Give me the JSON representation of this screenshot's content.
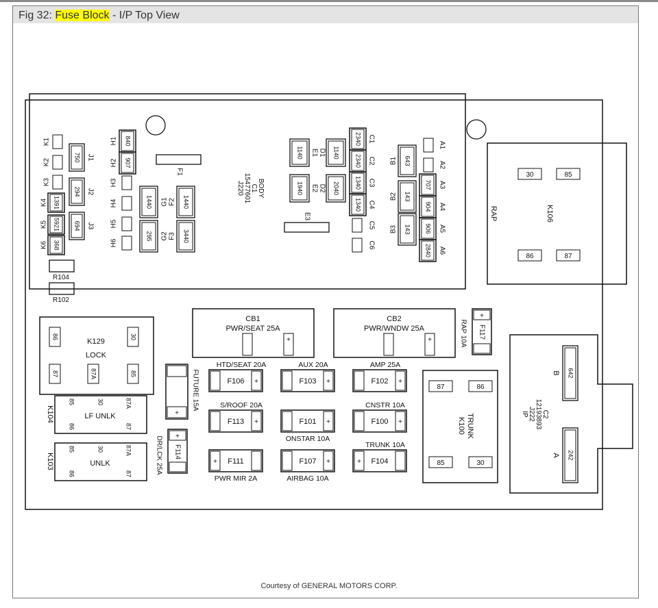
{
  "header": {
    "fig_prefix": "Fig 32:",
    "highlight": "Fuse Block",
    "suffix": "- I/P Top View",
    "highlight_color": "#ffff00"
  },
  "credit": "Courtesy of GENERAL MOTORS CORP.",
  "diagram": {
    "body_connector": [
      "BODY",
      "C1",
      "15477601",
      "J220"
    ],
    "ip_connector": [
      "C2",
      "12193893",
      "J222",
      "IP"
    ],
    "k_slots": [
      "K1",
      "K2",
      "K3",
      "K4",
      "K5",
      "K6"
    ],
    "k_values": [
      "1391",
      "5921",
      "368"
    ],
    "j_slots": [
      "J1",
      "J2",
      "J3"
    ],
    "j_values": [
      "750",
      "294",
      "694"
    ],
    "h_slots": [
      "H1",
      "H2",
      "H3",
      "H4",
      "H5",
      "H6"
    ],
    "h_values": [
      "840",
      "907"
    ],
    "g_slots": [
      "G1",
      "G2"
    ],
    "g_values": [
      "1440",
      "295"
    ],
    "f_slots": [
      "F1",
      "F2",
      "F3"
    ],
    "f_values": [
      "1440",
      "3440"
    ],
    "e_slots": [
      "E1",
      "E2",
      "E3"
    ],
    "e_values": [
      "1140",
      "1940"
    ],
    "d_slots": [
      "D1",
      "D2"
    ],
    "d_values": [
      "1140",
      "2040"
    ],
    "c_slots": [
      "C1",
      "C2",
      "C3",
      "C4",
      "C5",
      "C6"
    ],
    "c_values": [
      "2340",
      "2340",
      "1340",
      "1340"
    ],
    "b_slots": [
      "B1",
      "B2",
      "B3"
    ],
    "b_values": [
      "643",
      "143",
      "143"
    ],
    "a_slots": [
      "A1",
      "A2",
      "A3",
      "A4",
      "A5",
      "A6"
    ],
    "a_values": [
      "707",
      "904",
      "906",
      "2840"
    ],
    "r_slots": [
      "R104",
      "R102"
    ],
    "rap_relay": {
      "label": "RAP",
      "name": "K106",
      "pins": [
        "30",
        "85",
        "86",
        "87"
      ]
    },
    "k129": {
      "name": "K129",
      "label": "LOCK",
      "pins": [
        "86",
        "30",
        "87",
        "87A",
        "85"
      ]
    },
    "k104": {
      "name": "K104",
      "label": "LF UNLK",
      "pins": [
        "85",
        "30",
        "87A",
        "86",
        "87"
      ]
    },
    "k103": {
      "name": "K103",
      "label": "UNLK",
      "pins": [
        "85",
        "30",
        "87A",
        "86",
        "87"
      ]
    },
    "trunk_relay": {
      "label": "TRUNK",
      "name": "K100",
      "pins": [
        "87",
        "86",
        "85",
        "30"
      ]
    },
    "cb1": {
      "name": "CB1",
      "label": "PWR/SEAT 25A"
    },
    "cb2": {
      "name": "CB2",
      "label": "PWR/WNDW 25A"
    },
    "f117": {
      "name": "F117",
      "label": "RAP 10A"
    },
    "f115": {
      "label": "FUTURE 15A"
    },
    "f114": {
      "name": "F114",
      "label": "DR/LCK 25A"
    },
    "plus": "+",
    "fuses": [
      {
        "name": "F106",
        "label": "HTD/SEAT 20A"
      },
      {
        "name": "F103",
        "label": "AUX 20A"
      },
      {
        "name": "F102",
        "label": "AMP 25A"
      },
      {
        "name": "F113",
        "label": "S/ROOF 20A"
      },
      {
        "name": "F101",
        "label": "ONSTAR 10A"
      },
      {
        "name": "F100",
        "label": "CNSTR 10A"
      },
      {
        "name": "F111",
        "label": "PWR MIR 2A"
      },
      {
        "name": "F107",
        "label": "AIRBAG 10A"
      },
      {
        "name": "F104",
        "label": "TRUNK 10A"
      }
    ],
    "c2_pins": [
      {
        "name": "B",
        "value": "642"
      },
      {
        "name": "A",
        "value": "242"
      }
    ]
  }
}
